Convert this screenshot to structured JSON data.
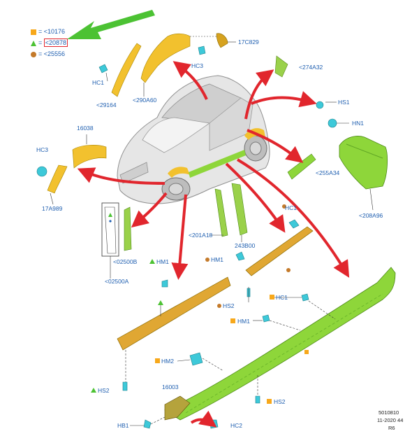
{
  "legend": [
    {
      "marker": "square",
      "color": "#f7a81b",
      "text": "= <10176",
      "highlighted": false
    },
    {
      "marker": "triangle",
      "color": "#4cc233",
      "text": "= ",
      "code": "<20878",
      "highlighted": true
    },
    {
      "marker": "circle",
      "color": "#c47a2a",
      "text": "= <25556",
      "highlighted": false
    }
  ],
  "colors": {
    "label": "#1f5fb0",
    "arrow_red": "#e1262d",
    "pointer_green": "#4cc233",
    "part_yellow": "#f2c12e",
    "part_green": "#8ed63a",
    "clip_cyan": "#3dc9d9",
    "highlight_box": "#e1262d"
  },
  "labels": {
    "l_17C829": "17C829",
    "l_HC3_top": "HC3",
    "l_274A32": "<274A32",
    "l_HC1_a": "HC1",
    "l_29164": "<29164",
    "l_290A60": "<290A60",
    "l_HS1": "HS1",
    "l_HN1": "HN1",
    "l_16038": "16038",
    "l_HC3_left": "HC3",
    "l_17A989": "17A989",
    "l_255A34": "<255A34",
    "l_208A96": "<208A96",
    "l_HC1_b": "HC1",
    "l_201A18": "<201A18",
    "l_243B00": "243B00",
    "l_02500B": "<02500B",
    "l_02500A": "<02500A",
    "l_HM1_a": "HM1",
    "l_HM1_b": "HM1",
    "l_HS2_a": "HS2",
    "l_HC1_c": "HC1",
    "l_HM1_c": "HM1",
    "l_HM2": "HM2",
    "l_16003": "16003",
    "l_HS2_b": "HS2",
    "l_HS2_c": "HS2",
    "l_HB1": "HB1",
    "l_HC2": "HC2"
  },
  "footer": {
    "line1": "5010810",
    "line2": "11-2020 44",
    "line3": "R6"
  }
}
